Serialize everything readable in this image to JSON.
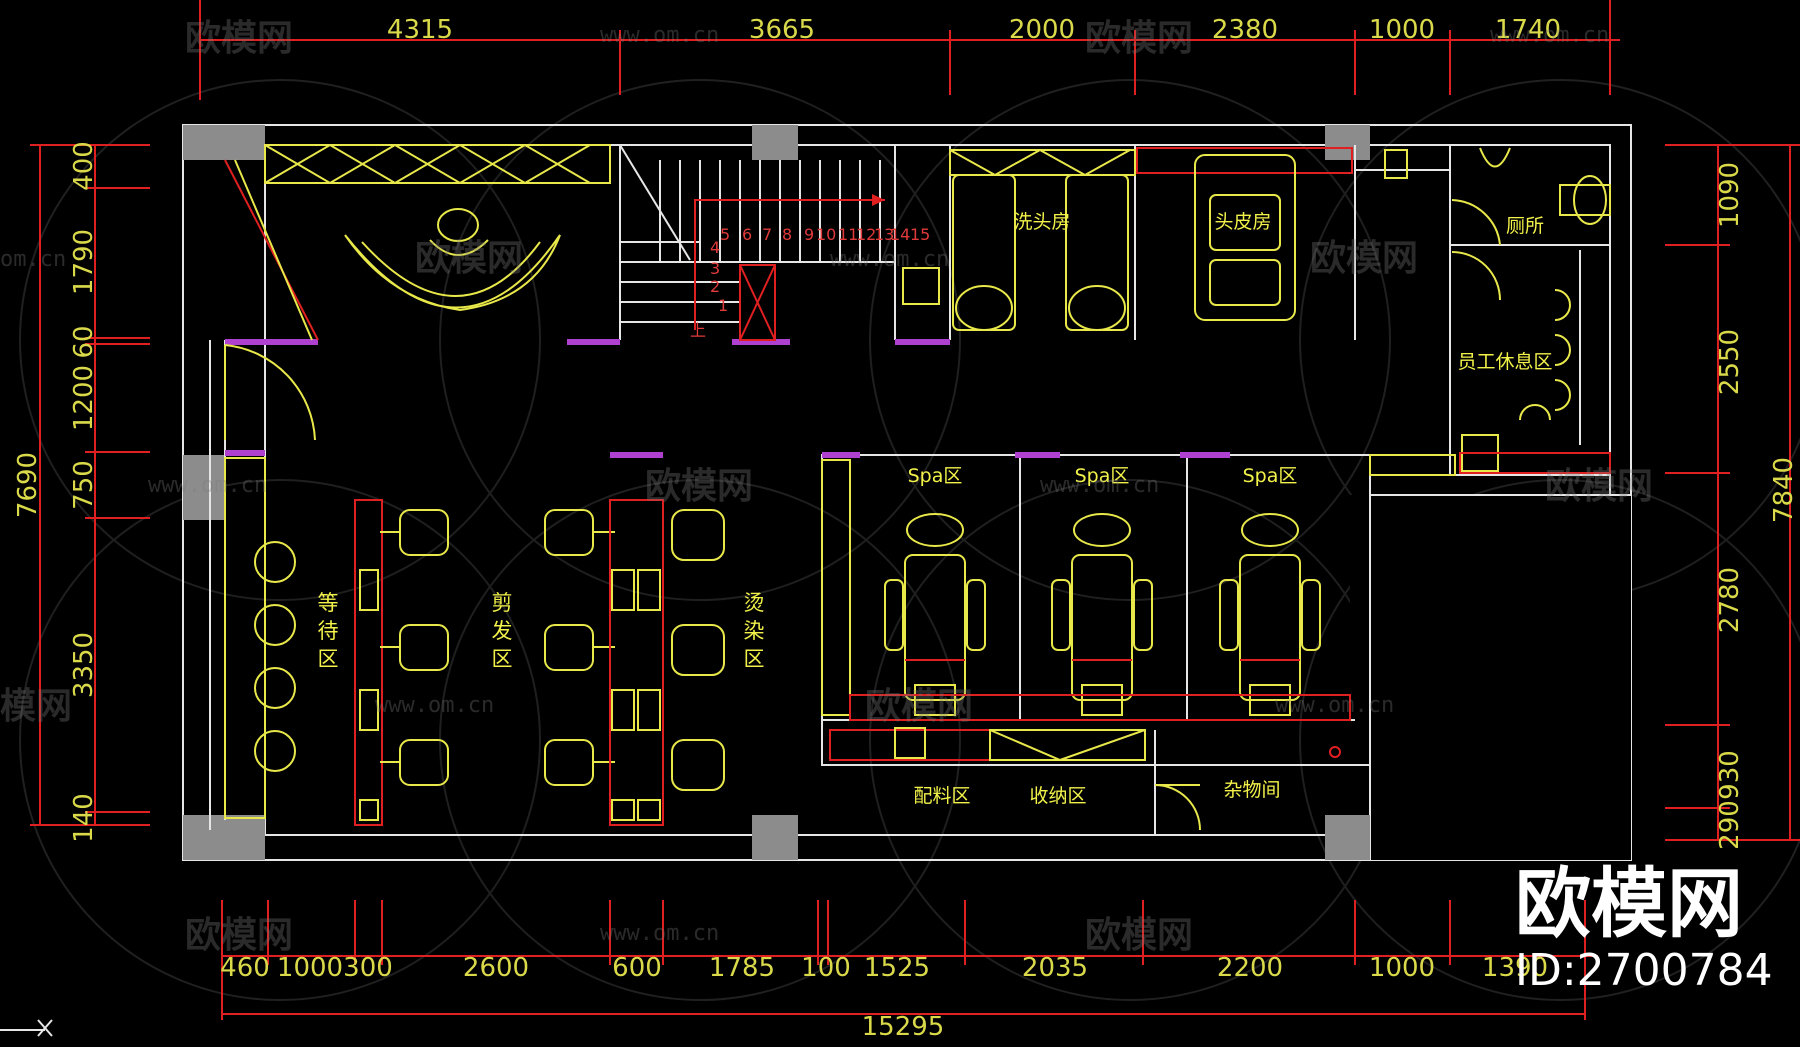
{
  "dims": {
    "top": [
      "4315",
      "3665",
      "2000",
      "2380",
      "1000",
      "1740"
    ],
    "bottom": [
      "460",
      "1000",
      "300",
      "2600",
      "600",
      "1785",
      "100",
      "1525",
      "2035",
      "2200",
      "1000",
      "1390"
    ],
    "total_bottom": "15295",
    "left": [
      "400",
      "1790",
      "60",
      "1200",
      "750",
      "3350",
      "140"
    ],
    "left_total": "7690",
    "right": [
      "1090",
      "2550",
      "2780",
      "930",
      "290"
    ],
    "right_total": "7840"
  },
  "rooms": {
    "wash_room": "洗头房",
    "scalp_room": "头皮房",
    "toilet": "厕所",
    "staff_rest": "员工休息区",
    "spa": [
      "Spa区",
      "Spa区",
      "Spa区"
    ],
    "waiting": "等待区",
    "cutting": "剪发区",
    "perm_dye": "烫染区",
    "ingredient": "配料区",
    "storage": "收纳区",
    "utility": "杂物间"
  },
  "stairs": {
    "steps": [
      "1",
      "2",
      "3",
      "4",
      "5",
      "6",
      "7",
      "8",
      "9",
      "10",
      "11",
      "12",
      "13",
      "14",
      "15"
    ],
    "up_label": "上"
  },
  "watermarks": {
    "logo_text": "欧模网",
    "url": "www.om.cn",
    "partial_url": "om.cn",
    "partial_logo": "模网",
    "brand": "欧模网",
    "id": "ID:2700784"
  },
  "colors": {
    "background": "#000000",
    "wall": "#e6e6e6",
    "furniture": "#e8e84a",
    "dimension_line": "#e02020",
    "accent_magenta": "#b040d0",
    "column": "#8c8c8c"
  }
}
